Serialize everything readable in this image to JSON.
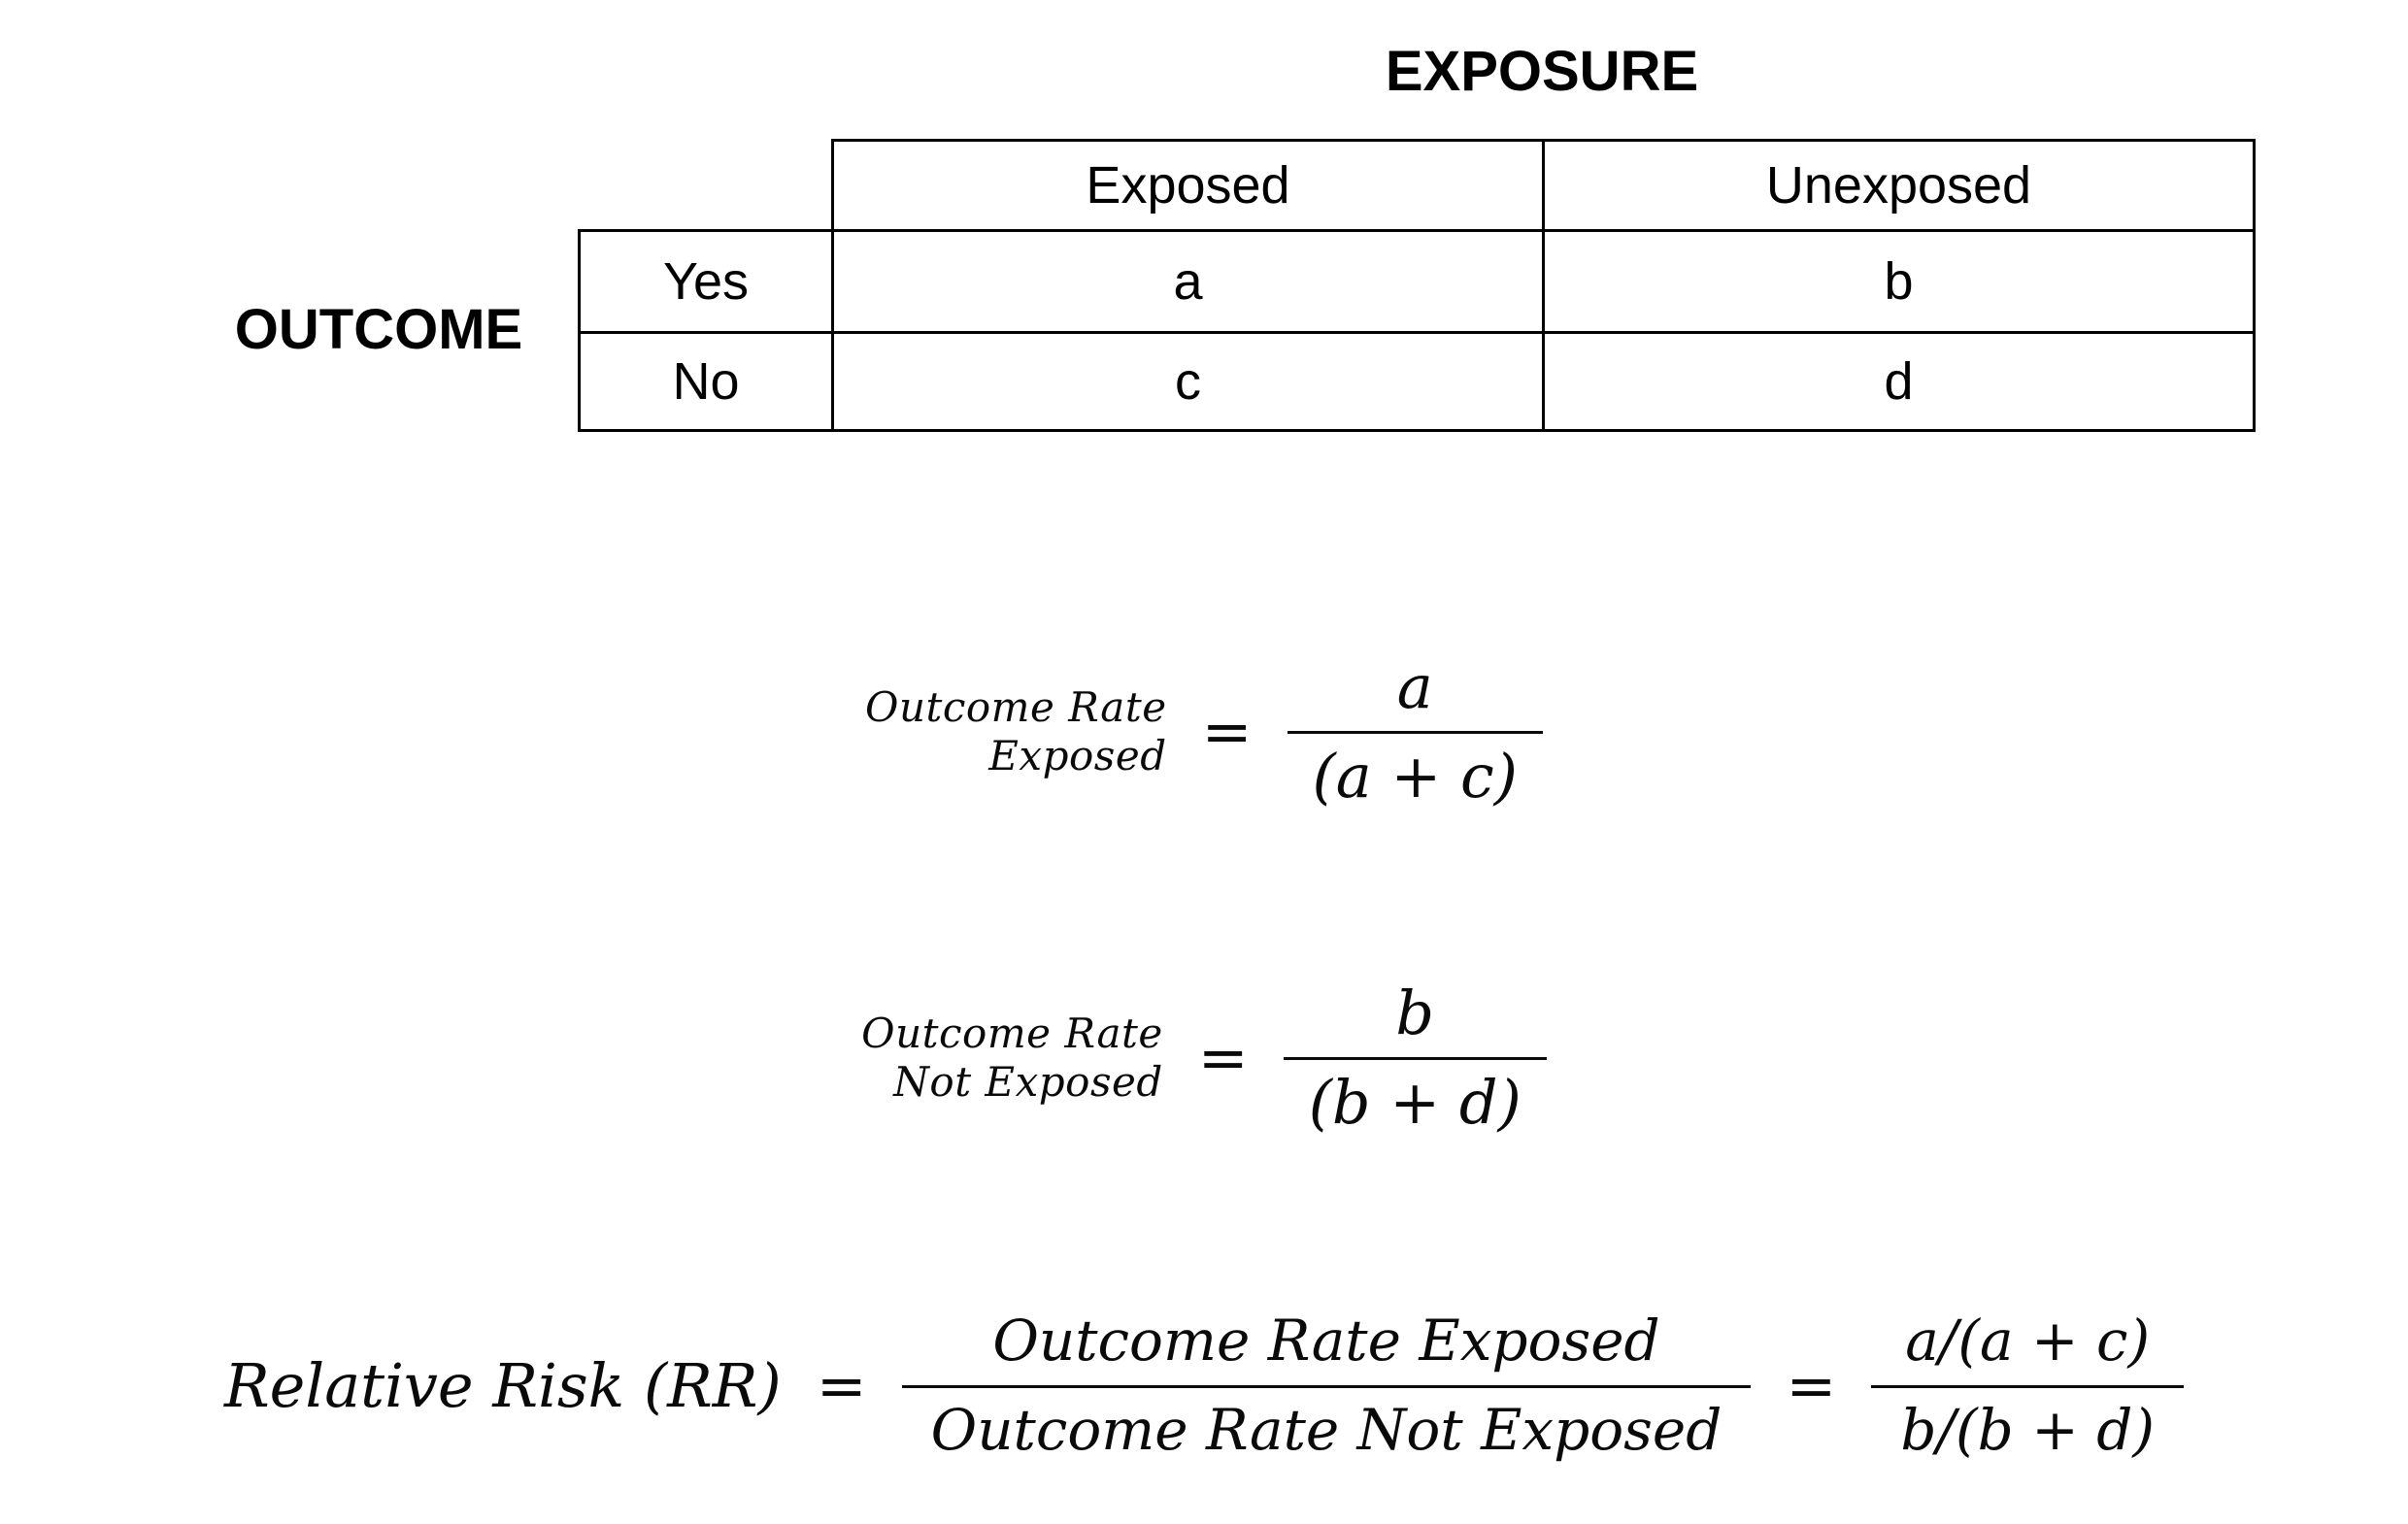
{
  "table": {
    "exposure_header": "EXPOSURE",
    "outcome_header": "OUTCOME",
    "col_headers": [
      "Exposed",
      "Unexposed"
    ],
    "row_headers": [
      "Yes",
      "No"
    ],
    "cells": [
      [
        "a",
        "b"
      ],
      [
        "c",
        "d"
      ]
    ]
  },
  "formulas": {
    "rate_exposed": {
      "label_line1": "Outcome Rate",
      "label_line2": "Exposed",
      "equals": "=",
      "numerator": "a",
      "denominator": "(a + c)"
    },
    "rate_not_exposed": {
      "label_line1": "Outcome Rate",
      "label_line2": "Not Exposed",
      "equals": "=",
      "numerator": "b",
      "denominator": "(b + d)"
    },
    "relative_risk": {
      "lhs": "Relative Risk (RR)",
      "equals1": "=",
      "frac1_num": "Outcome Rate Exposed",
      "frac1_den": "Outcome Rate Not Exposed",
      "equals2": "=",
      "frac2_num": "a/(a + c)",
      "frac2_den": "b/(b + d)"
    }
  }
}
